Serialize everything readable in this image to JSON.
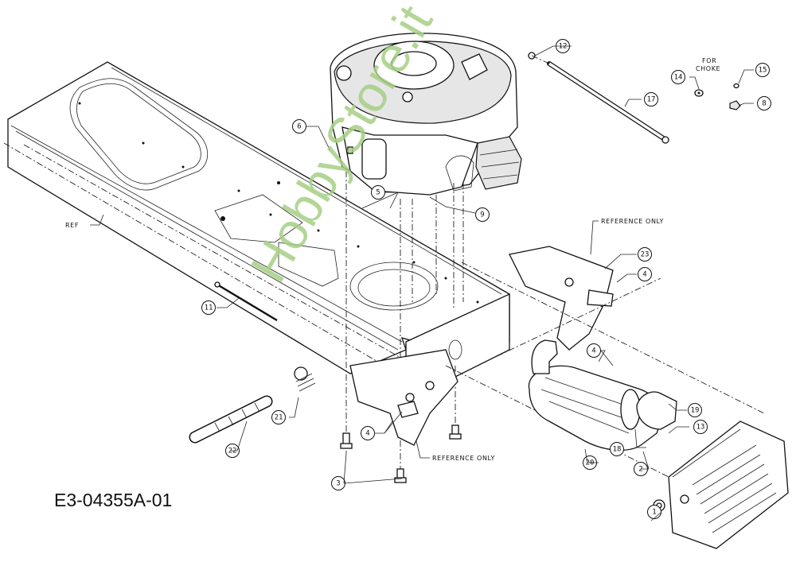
{
  "diagram": {
    "type": "exploded-parts-diagram",
    "drawing_code": "E3-04355A-01",
    "watermark": "HobbyStore.it",
    "watermark_color": "#a6cf85",
    "line_color": "#111111",
    "notes": {
      "ref": "REF",
      "reference_only_top": "REFERENCE ONLY",
      "reference_only_bottom": "REFERENCE ONLY",
      "for_choke": [
        "FOR",
        "CHOKE"
      ]
    },
    "callouts": [
      {
        "id": "c1",
        "label": "1"
      },
      {
        "id": "c2",
        "label": "2"
      },
      {
        "id": "c3",
        "label": "3"
      },
      {
        "id": "c4a",
        "label": "4"
      },
      {
        "id": "c4b",
        "label": "4"
      },
      {
        "id": "c4c",
        "label": "4"
      },
      {
        "id": "c5",
        "label": "5"
      },
      {
        "id": "c6",
        "label": "6"
      },
      {
        "id": "c8",
        "label": "8"
      },
      {
        "id": "c9",
        "label": "9"
      },
      {
        "id": "c11",
        "label": "11"
      },
      {
        "id": "c12",
        "label": "12"
      },
      {
        "id": "c13",
        "label": "13"
      },
      {
        "id": "c14",
        "label": "14"
      },
      {
        "id": "c15",
        "label": "15"
      },
      {
        "id": "c17",
        "label": "17"
      },
      {
        "id": "c18",
        "label": "18"
      },
      {
        "id": "c19",
        "label": "19"
      },
      {
        "id": "c20",
        "label": "20"
      },
      {
        "id": "c21",
        "label": "21"
      },
      {
        "id": "c22",
        "label": "22"
      },
      {
        "id": "c23",
        "label": "23"
      }
    ]
  }
}
